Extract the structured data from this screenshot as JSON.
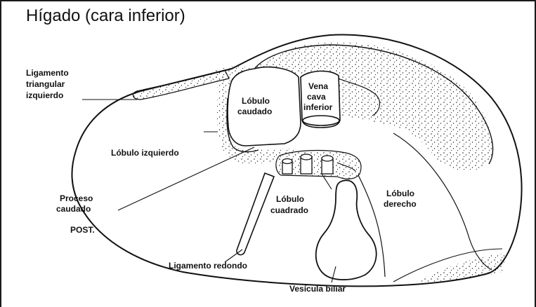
{
  "title": "Hígado (cara inferior)",
  "labels": {
    "lig_tri_1": "Ligamento",
    "lig_tri_2": "triangular",
    "lig_tri_3": "izquierdo",
    "vena_1": "Vena",
    "vena_2": "cava",
    "vena_3": "inferior",
    "caudado_1": "Lóbulo",
    "caudado_2": "caudado",
    "izquierdo": "Lóbulo izquierdo",
    "proceso_1": "Proceso",
    "proceso_2": "caudado",
    "post": "POST.",
    "cuadrado_1": "Lóbulo",
    "cuadrado_2": "cuadrado",
    "derecho_1": "Lóbulo",
    "derecho_2": "derecho",
    "redondo": "Ligamento redondo",
    "vesicula": "Vesícula biliar"
  },
  "colors": {
    "ink": "#111111",
    "frame": "#1a1a1a",
    "stipple": "#222222"
  }
}
